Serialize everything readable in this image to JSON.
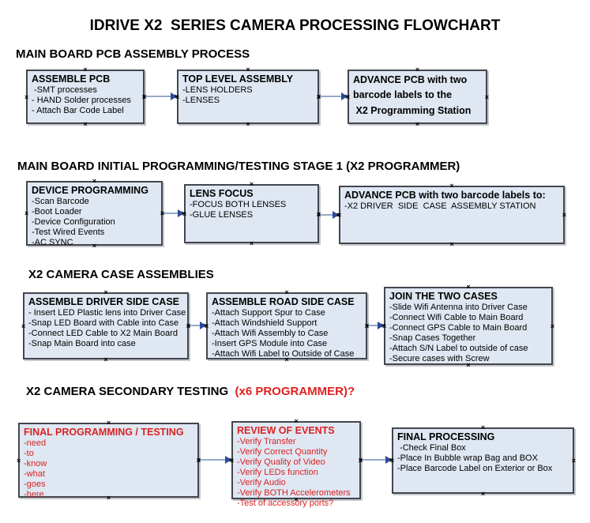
{
  "page_title": "IDRIVE X2  SERIES CAMERA PROCESSING FLOWCHART",
  "glyphs": {
    "connection_marker": "×"
  },
  "colors": {
    "box_fill": "#dfe7f2",
    "box_border": "#43464e",
    "red_text": "#d92323",
    "heading_red": "#e01f1f",
    "arrow_line": "#93a9c7",
    "arrow_head": "#2b4a9d"
  },
  "sections": {
    "s1": {
      "heading": "MAIN BOARD PCB ASSEMBLY PROCESS"
    },
    "s2": {
      "heading": "MAIN BOARD INITIAL PROGRAMMING/TESTING STAGE 1 (X2 PROGRAMMER)"
    },
    "s3": {
      "heading": "X2 CAMERA CASE ASSEMBLIES"
    },
    "s4": {
      "heading_black": "X2 CAMERA SECONDARY TESTING  ",
      "heading_red": "(x6 PROGRAMMER)?"
    }
  },
  "boxes": [
    {
      "title": "ASSEMBLE PCB",
      "items": [
        " -SMT processes",
        "- HAND Solder processes",
        "- Attach Bar Code Label"
      ]
    },
    {
      "title": "TOP LEVEL ASSEMBLY",
      "items": [
        "-LENS HOLDERS",
        "-LENSES"
      ]
    },
    {
      "title": "ADVANCE PCB with two\nbarcode labels to the\n X2 Programming Station",
      "items": []
    },
    {
      "title": "DEVICE PROGRAMMING",
      "items": [
        "-Scan Barcode",
        "-Boot Loader",
        "-Device Configuration",
        "-Test Wired Events",
        "-AC SYNC"
      ]
    },
    {
      "title": "LENS FOCUS",
      "items": [
        "-FOCUS BOTH LENSES",
        "-GLUE LENSES"
      ]
    },
    {
      "title": "ADVANCE PCB with two barcode labels to:",
      "items": [
        "-X2 DRIVER  SIDE  CASE  ASSEMBLY STATION"
      ]
    },
    {
      "title": "ASSEMBLE DRIVER SIDE CASE",
      "items": [
        "- Insert LED Plastic lens into Driver Case",
        "-Snap LED Board with Cable into Case",
        "-Connect LED Cable to X2 Main Board",
        "-Snap Main Board into case"
      ]
    },
    {
      "title": "ASSEMBLE ROAD SIDE CASE",
      "items": [
        "-Attach Support Spur to Case",
        "-Attach Windshield Support",
        "-Attach Wifi Assembly to Case",
        "-Insert GPS Module into Case",
        "-Attach Wifi Label to Outside of Case"
      ]
    },
    {
      "title": "JOIN THE TWO CASES",
      "items": [
        "-Slide Wifi Antenna into Driver Case",
        "-Connect Wifi Cable to Main Board",
        "-Connect GPS Cable to Main Board",
        "-Snap Cases Together",
        "-Attach S/N Label to outside of case",
        "-Secure cases with Screw"
      ]
    },
    {
      "title": "FINAL PROGRAMMING / TESTING",
      "items": [
        "-need",
        "-to",
        "-know",
        "-what",
        "-goes",
        "-here"
      ]
    },
    {
      "title": "REVIEW OF EVENTS",
      "items": [
        "-Verify Transfer",
        "-Verify Correct Quantity",
        "-Verify Quality of Video",
        "-Verify LEDs function",
        "-Verify Audio",
        "-Verify BOTH Accelerometers",
        "-Test of accessory ports?"
      ]
    },
    {
      "title": "FINAL PROCESSING",
      "items": [
        " -Check Final Box",
        "-Place In Bubble wrap Bag and BOX",
        "-Place Barcode Label on Exterior or Box"
      ]
    }
  ]
}
